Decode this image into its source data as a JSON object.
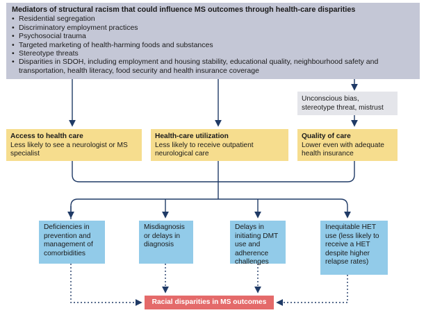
{
  "mediators": {
    "heading": "Mediators of structural racism that could influence MS outcomes through health-care disparities",
    "items": [
      "Residential segregation",
      "Discriminatory employment practices",
      "Psychosocial trauma",
      "Targeted marketing of health-harming foods and substances",
      "Stereotype threats",
      "Disparities in SDOH, including employment and housing stability, educational quality, neighbourhood safety and transportation, health literacy, food security and health insurance coverage"
    ]
  },
  "side_note": "Unconscious bias, stereotype threat, mistrust",
  "pathways": [
    {
      "title": "Access to health care",
      "text": "Less likely to see a neurologist or MS specialist"
    },
    {
      "title": "Health-care utilization",
      "text": "Less likely to receive outpatient neurological care"
    },
    {
      "title": "Quality of care",
      "text": "Lower even with adequate health insurance"
    }
  ],
  "consequences": [
    "Deficiencies in prevention and management of comorbidities",
    "Misdiagnosis or delays in diagnosis",
    "Delays in initiating DMT use and adherence challenges",
    "Inequitable HET use (less likely to receive a HET despite higher relapse rates)"
  ],
  "outcome": "Racial disparities in MS outcomes",
  "colors": {
    "mediators_bg": "#c4c7d6",
    "pathway_bg": "#f6dd8e",
    "consequence_bg": "#92cbe9",
    "outcome_bg": "#e46a6a",
    "connector": "#1f3a66"
  }
}
